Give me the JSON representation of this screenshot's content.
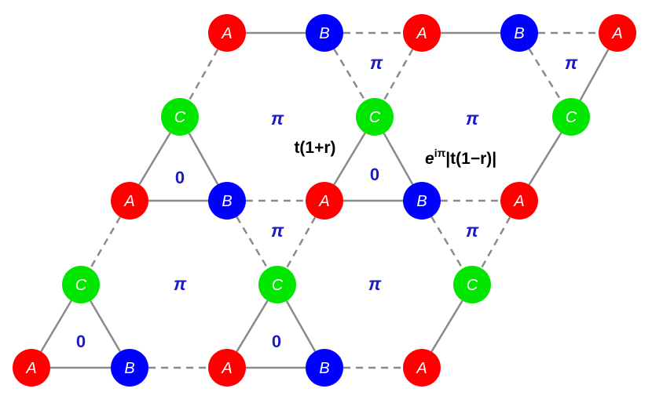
{
  "colors": {
    "A": "#ff0000",
    "B": "#0000ff",
    "C": "#00e600",
    "bond": "#8a8a8a",
    "flux_text": "#1b1bc6"
  },
  "sites": {
    "A": "A",
    "B": "B",
    "C": "C"
  },
  "labels": {
    "flux_zero": "0",
    "flux_pi": "π",
    "hopping_strong": "t(1+r)",
    "hopping_weak_prefix": "e",
    "hopping_weak_exponent": "iπ",
    "hopping_weak_body": "|t(1−r)|"
  }
}
